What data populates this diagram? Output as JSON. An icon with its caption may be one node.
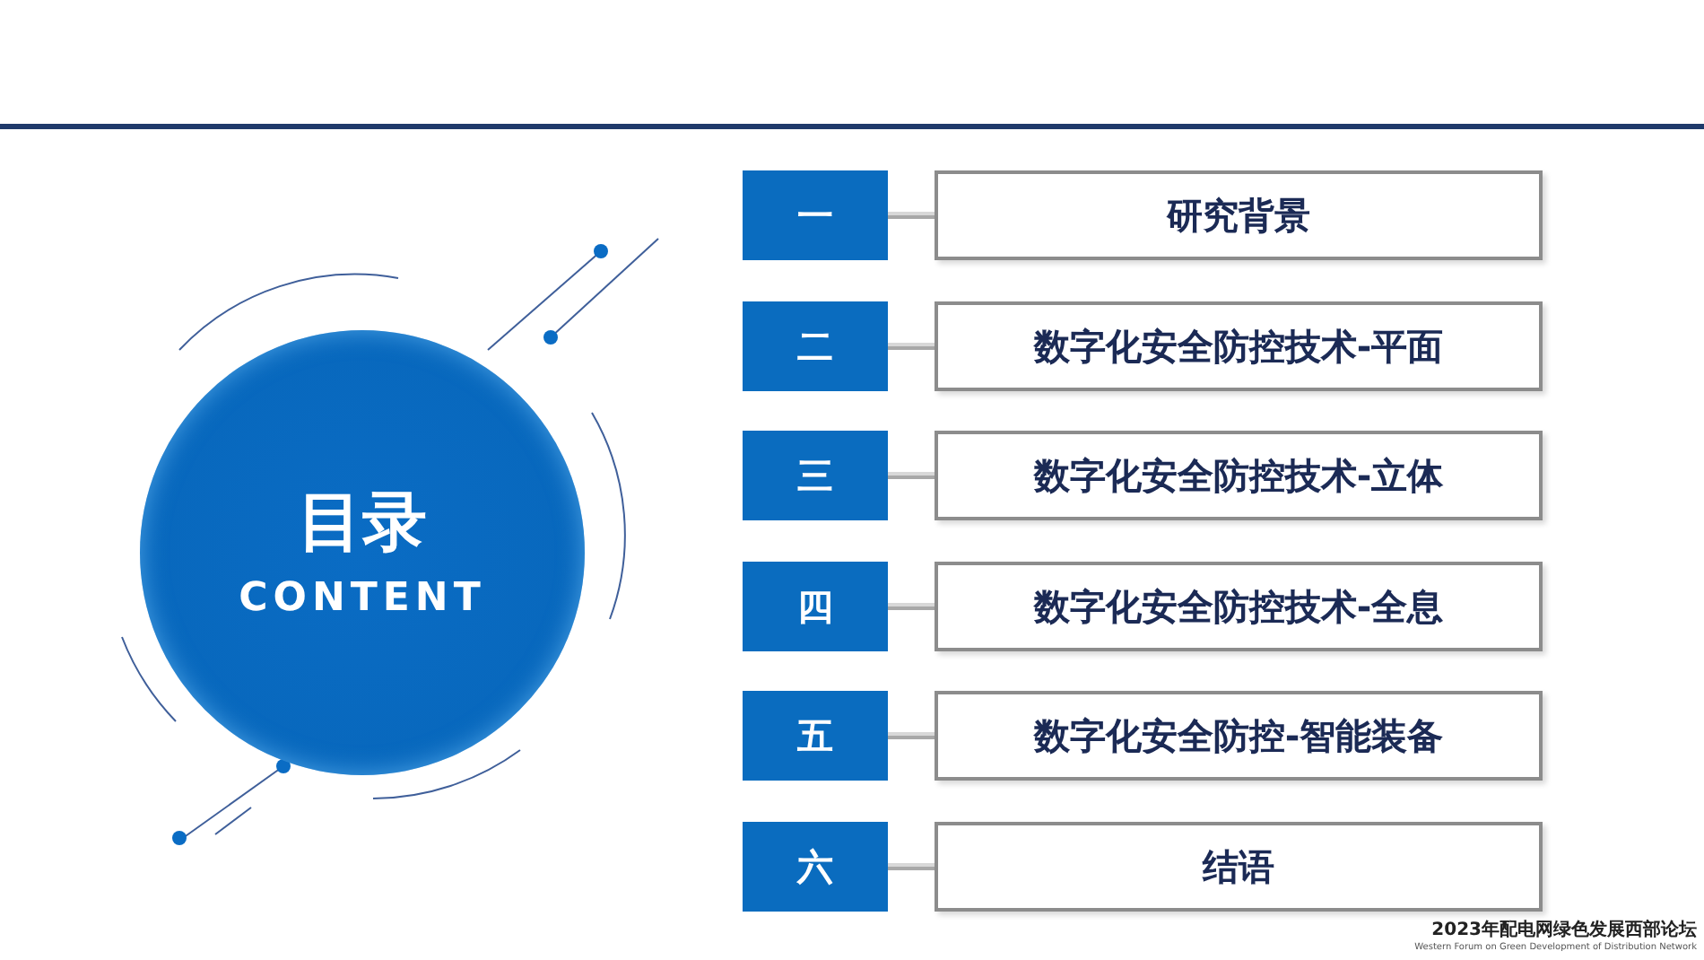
{
  "diagram": {
    "nodes": [
      {
        "text": [
          "目录",
          "CONTENT"
        ]
      },
      {
        "text": [
          "一"
        ]
      },
      {
        "text": [
          "研究背景"
        ]
      },
      {
        "text": [
          "二"
        ]
      },
      {
        "text": [
          "数字化安全防控技术-平面"
        ]
      },
      {
        "text": [
          "三"
        ]
      },
      {
        "text": [
          "数字化安全防控技术-立体"
        ]
      },
      {
        "text": [
          "四"
        ]
      },
      {
        "text": [
          "数字化安全防控技术-全息"
        ]
      },
      {
        "text": [
          "五"
        ]
      },
      {
        "text": [
          "数字化安全防控-智能装备"
        ]
      },
      {
        "text": [
          "六"
        ]
      },
      {
        "text": [
          "结语"
        ]
      }
    ],
    "edges": [
      {
        "from": 1,
        "to": 2,
        "arrow": "none"
      },
      {
        "from": 3,
        "to": 4,
        "arrow": "none"
      },
      {
        "from": 5,
        "to": 6,
        "arrow": "none"
      },
      {
        "from": 7,
        "to": 8,
        "arrow": "none"
      },
      {
        "from": 9,
        "to": 10,
        "arrow": "none"
      },
      {
        "from": 11,
        "to": 12,
        "arrow": "none"
      }
    ],
    "labels": [
      "2023年配电网绿色发展西部论坛",
      "Western Forum on Green Development of Distribution Network"
    ]
  }
}
